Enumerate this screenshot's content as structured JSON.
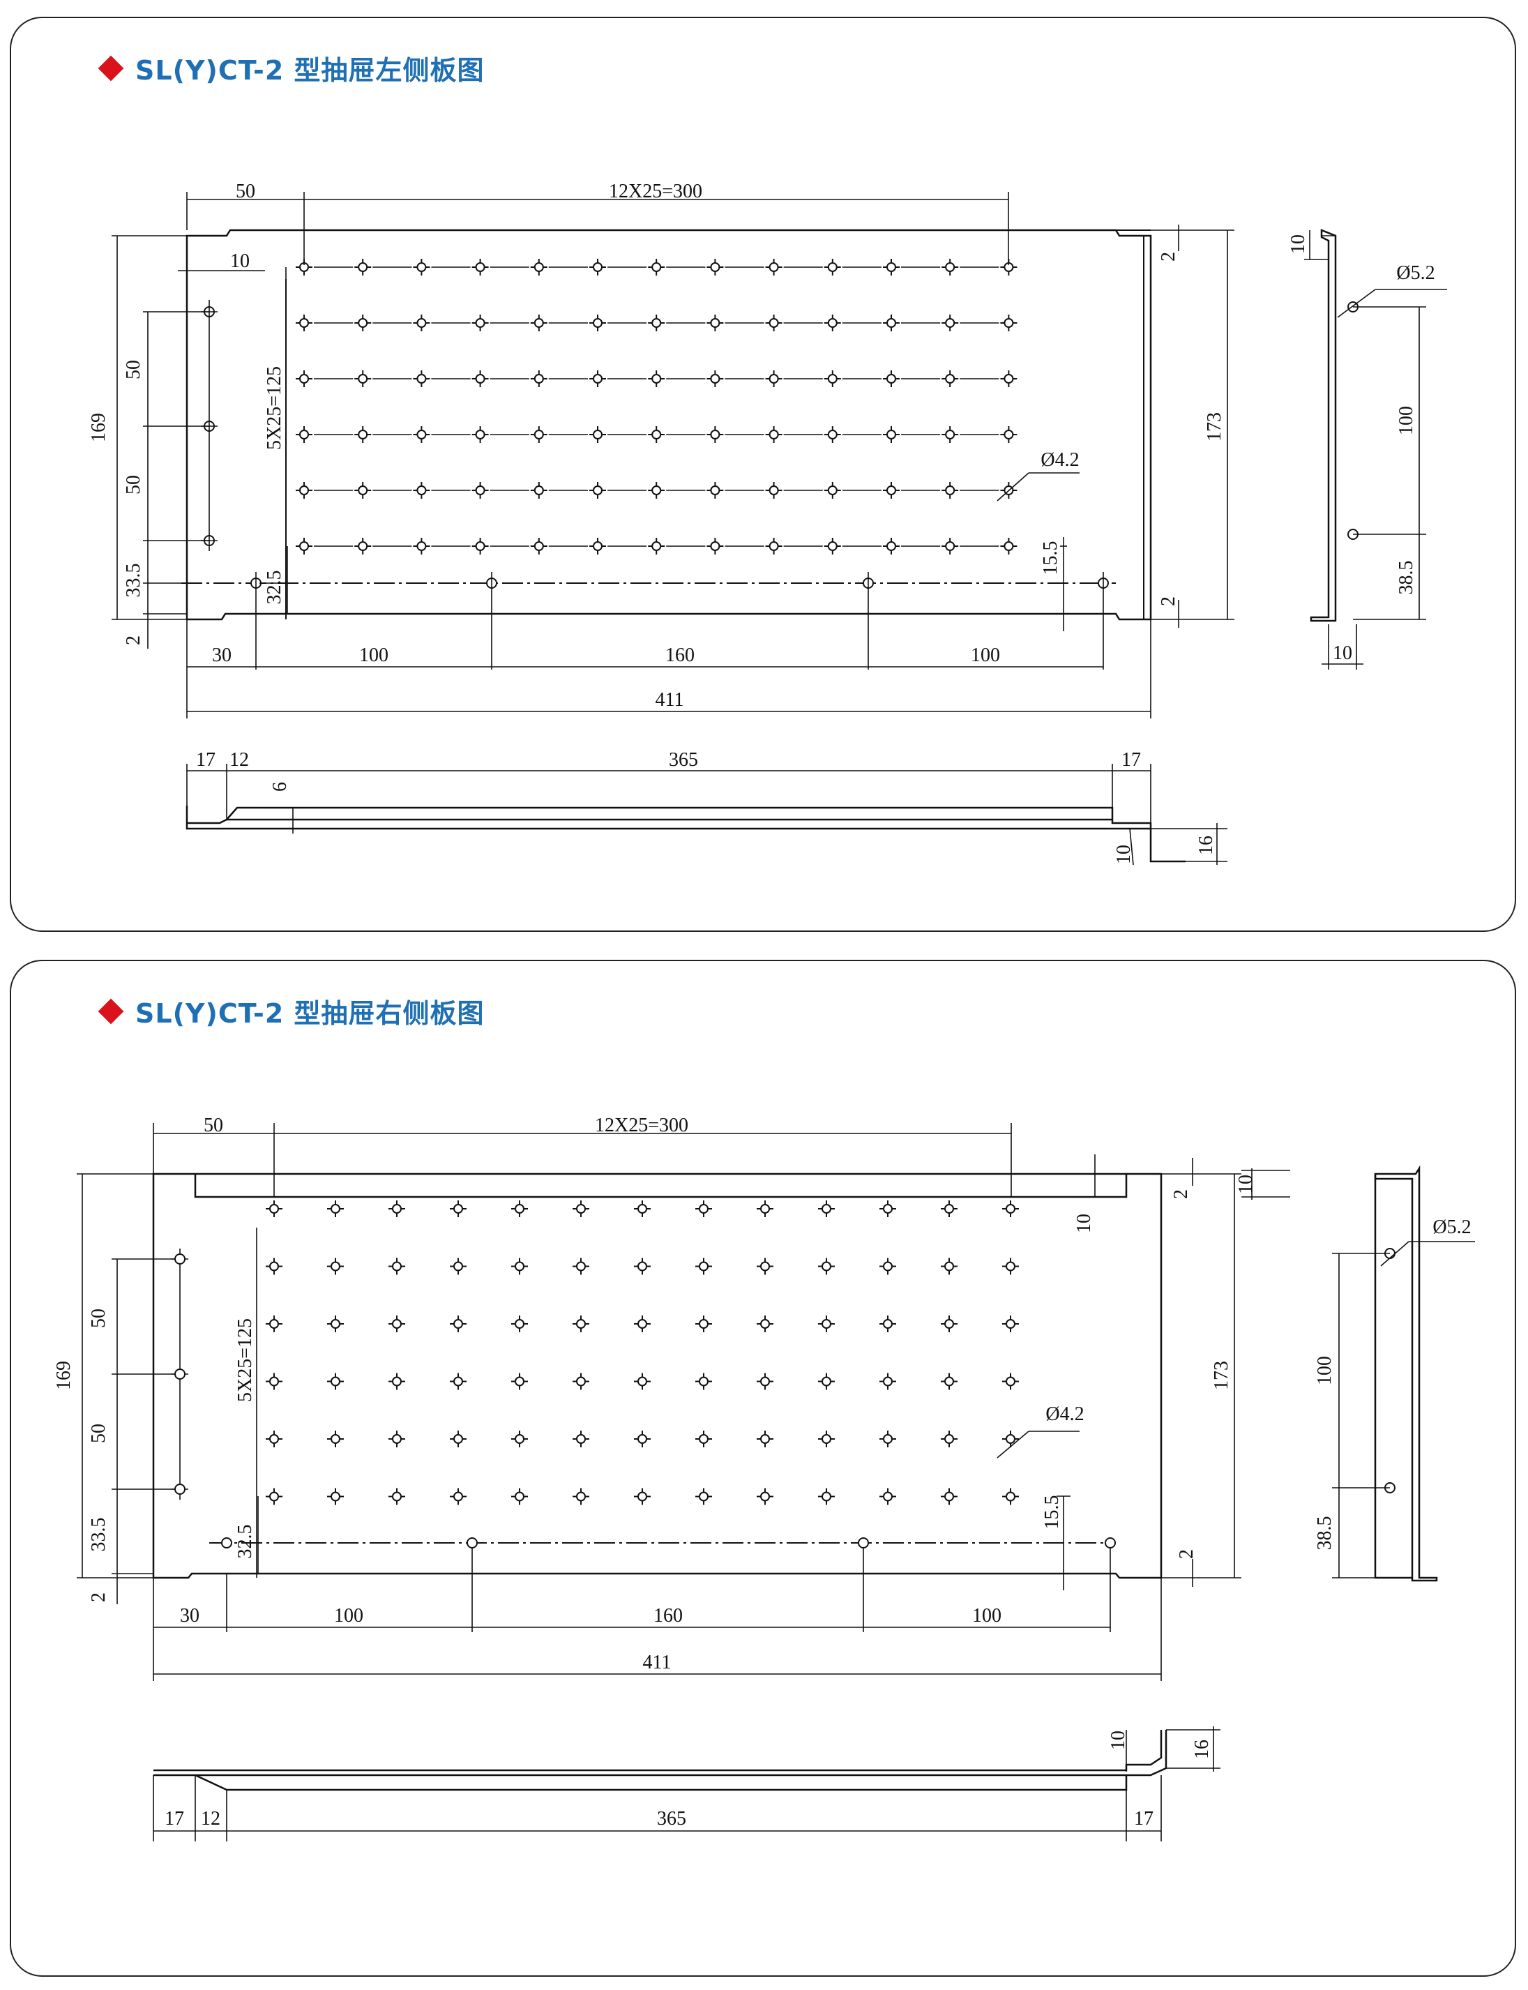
{
  "panels": [
    {
      "title": "SL(Y)CT-2 型抽屉左侧板图",
      "dims": {
        "top_50": "50",
        "top_pitch": "12X25=300",
        "edge_10": "10",
        "h169": "169",
        "v50a": "50",
        "v50b": "50",
        "v33": "33.5",
        "v2": "2",
        "v5x25": "5X25=125",
        "v32": "32.5",
        "d42": "Ø4.2",
        "v15": "15.5",
        "r2a": "2",
        "r2b": "2",
        "r173": "173",
        "b30": "30",
        "b100a": "100",
        "b160": "160",
        "b100b": "100",
        "b411": "411",
        "s10": "10",
        "sd52": "Ø5.2",
        "s100": "100",
        "s385": "38.5",
        "s10b": "10",
        "p17a": "17",
        "p12": "12",
        "p365": "365",
        "p17b": "17",
        "p6": "6",
        "p10": "10",
        "p16": "16"
      }
    },
    {
      "title": "SL(Y)CT-2 型抽屉右侧板图",
      "dims": {
        "top_50": "50",
        "top_pitch": "12X25=300",
        "r10": "10",
        "r2a": "2",
        "r10b": "10",
        "h169": "169",
        "v50a": "50",
        "v50b": "50",
        "v33": "33.5",
        "v2": "2",
        "v5x25": "5X25=125",
        "v32": "32.5",
        "d42": "Ø4.2",
        "v15": "15.5",
        "r2b": "2",
        "r173": "173",
        "b30": "30",
        "b100a": "100",
        "b160": "160",
        "b100b": "100",
        "b411": "411",
        "sd52": "Ø5.2",
        "s100": "100",
        "s385": "38.5",
        "p17a": "17",
        "p12": "12",
        "p365": "365",
        "p17b": "17",
        "p10": "10",
        "p16": "16"
      }
    }
  ]
}
